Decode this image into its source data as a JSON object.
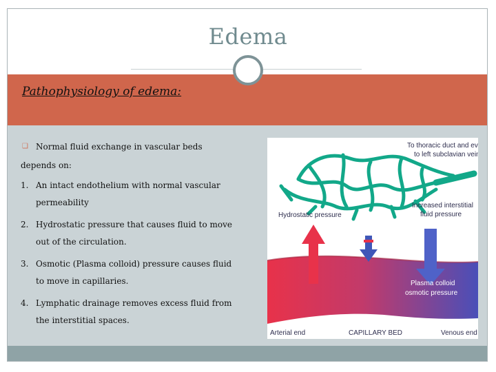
{
  "slide": {
    "title": "Edema",
    "subtitle": "Pathophysiology of edema:"
  },
  "content": {
    "bullet_marker": "❑",
    "intro": [
      "Normal fluid exchange in vascular beds",
      "depends on:"
    ],
    "items": [
      {
        "number": "1.",
        "lines": [
          "An intact endothelium with normal vascular",
          "permeability"
        ]
      },
      {
        "number": "2.",
        "lines": [
          "Hydrostatic pressure that causes fluid to move",
          "out of the circulation."
        ]
      },
      {
        "number": "3.",
        "lines": [
          "Osmotic (Plasma colloid) pressure causes fluid",
          "to move in capillaries."
        ]
      },
      {
        "number": "4.",
        "lines": [
          "Lymphatic drainage removes excess fluid from",
          "the interstitial spaces."
        ]
      }
    ]
  },
  "figure": {
    "label_thoracic": [
      "To thoracic duct and eventually",
      "to left subclavian vein"
    ],
    "label_hydrostatic": "Hydrostatic pressure",
    "label_interstitial": [
      "Increased interstitial",
      "fluid pressure"
    ],
    "label_colloid": [
      "Plasma colloid",
      "osmotic pressure"
    ],
    "label_arterial": "Arterial end",
    "label_capillary": "CAPILLARY BED",
    "label_venous": "Venous end"
  },
  "colors": {
    "banner": "#d0664c",
    "content_bg": "#cad3d6",
    "bottom_bar": "#8fa3a6",
    "title": "#6f8a8e",
    "lymph": "#12a889",
    "arterial": "#e8324a",
    "venous": "#4a4fb8"
  }
}
